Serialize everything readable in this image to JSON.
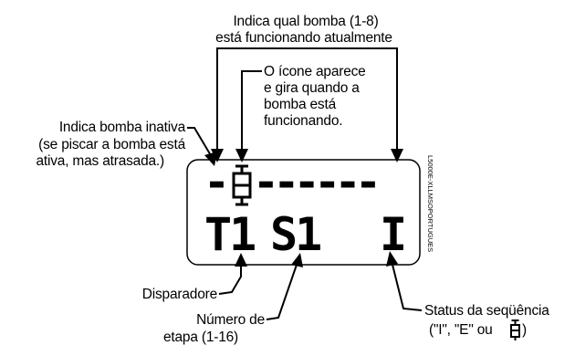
{
  "top_label": {
    "line1": "Indica qual bomba (1-8)",
    "line2": "está funcionando atualmente"
  },
  "icon_label": {
    "lines": [
      "O ícone aparece",
      "e gira quando a",
      "bomba está",
      "funcionando."
    ]
  },
  "inactive_label": {
    "lines": [
      "Indica bomba inativa",
      "(se piscar a bomba está",
      "ativa, mas atrasada.)"
    ]
  },
  "display": {
    "dashes_left": "-",
    "dashes_right": "------",
    "pump_icon": "pump-icon",
    "trigger": "T1",
    "step": "S1",
    "status": "I"
  },
  "side_code": "L5000E-XLLMSOPORTUGUES",
  "trigger_label": "Disparadore",
  "step_label": {
    "line1": "Número de",
    "line2": "etapa (1-16)"
  },
  "status_label": {
    "line1": "Status da seqüência",
    "line2_prefix": "(\"I\", \"E\" ou ",
    "line2_suffix": " )"
  },
  "colors": {
    "ink": "#000000",
    "background": "#ffffff"
  }
}
